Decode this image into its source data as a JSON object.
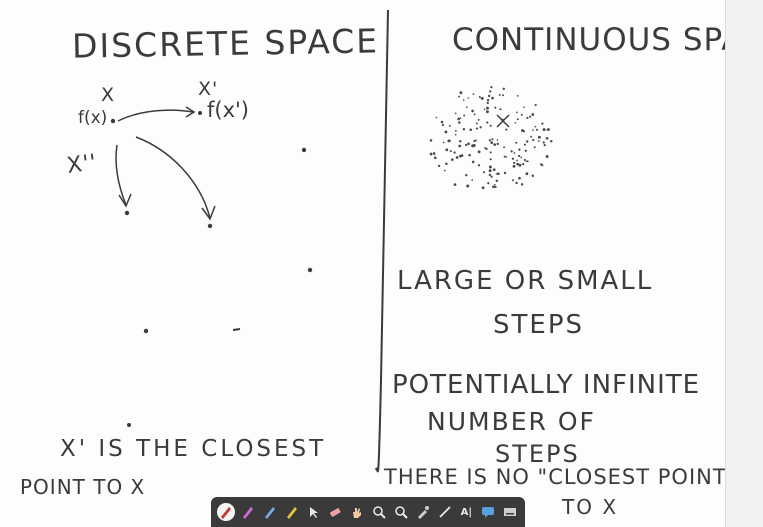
{
  "left": {
    "title": "DISCRETE SPACE",
    "x_label": "X",
    "x_prime_label": "X'",
    "fx_label": "f(x)",
    "fx_prime_label": "f(x')",
    "x_double_prime_label": "X''",
    "note_line1": "X' IS THE CLOSEST",
    "note_line2": "POINT TO X"
  },
  "right": {
    "title": "CONTINUOUS SPACE",
    "cloud_x_label": "X",
    "steps_line1": "LARGE OR SMALL",
    "steps_line2": "STEPS",
    "infinite_line1": "POTENTIALLY INFINITE",
    "infinite_line2": "NUMBER OF",
    "infinite_line3": "STEPS",
    "closest_line1": "THERE IS NO \"CLOSEST POINT\"",
    "closest_line2": "TO X"
  },
  "toolbar": {
    "tools": [
      "pen-icon",
      "highlighter-icon",
      "marker-icon",
      "pencil-icon",
      "pointer-icon",
      "eraser-icon",
      "hand-icon",
      "zoom-in-icon",
      "zoom-out-icon",
      "eyedropper-icon",
      "line-icon",
      "text-icon",
      "chat-icon",
      "minimize-icon"
    ],
    "text_tool_label": "A|"
  },
  "colors": {
    "ink": "#3b3b3b",
    "board": "#fdfdfd",
    "toolbar": "#3a3a3a"
  }
}
